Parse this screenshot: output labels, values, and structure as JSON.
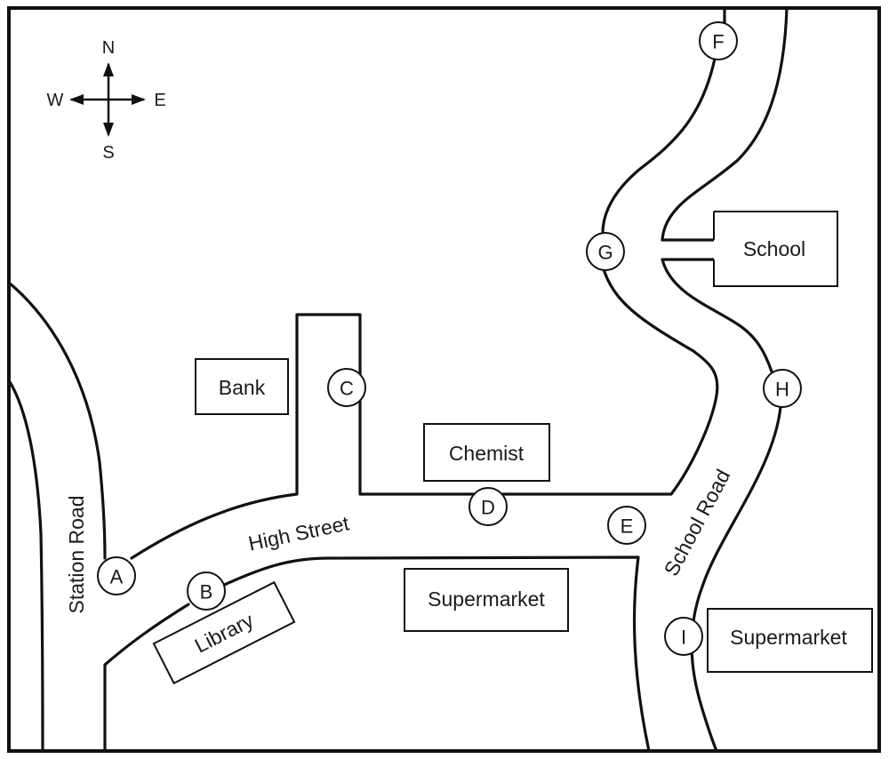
{
  "title": "Town map",
  "compass": {
    "north": "N",
    "south": "S",
    "east": "E",
    "west": "W"
  },
  "roads": {
    "station_road": "Station Road",
    "high_street": "High Street",
    "school_road": "School Road"
  },
  "buildings": {
    "bank": "Bank",
    "chemist": "Chemist",
    "school": "School",
    "library": "Library",
    "supermarket_high_street": "Supermarket",
    "supermarket_school_road": "Supermarket"
  },
  "points": {
    "a": "A",
    "b": "B",
    "c": "C",
    "d": "D",
    "e": "E",
    "f": "F",
    "g": "G",
    "h": "H",
    "i": "I"
  },
  "colors": {
    "ink": "#111111",
    "paper": "#ffffff"
  }
}
